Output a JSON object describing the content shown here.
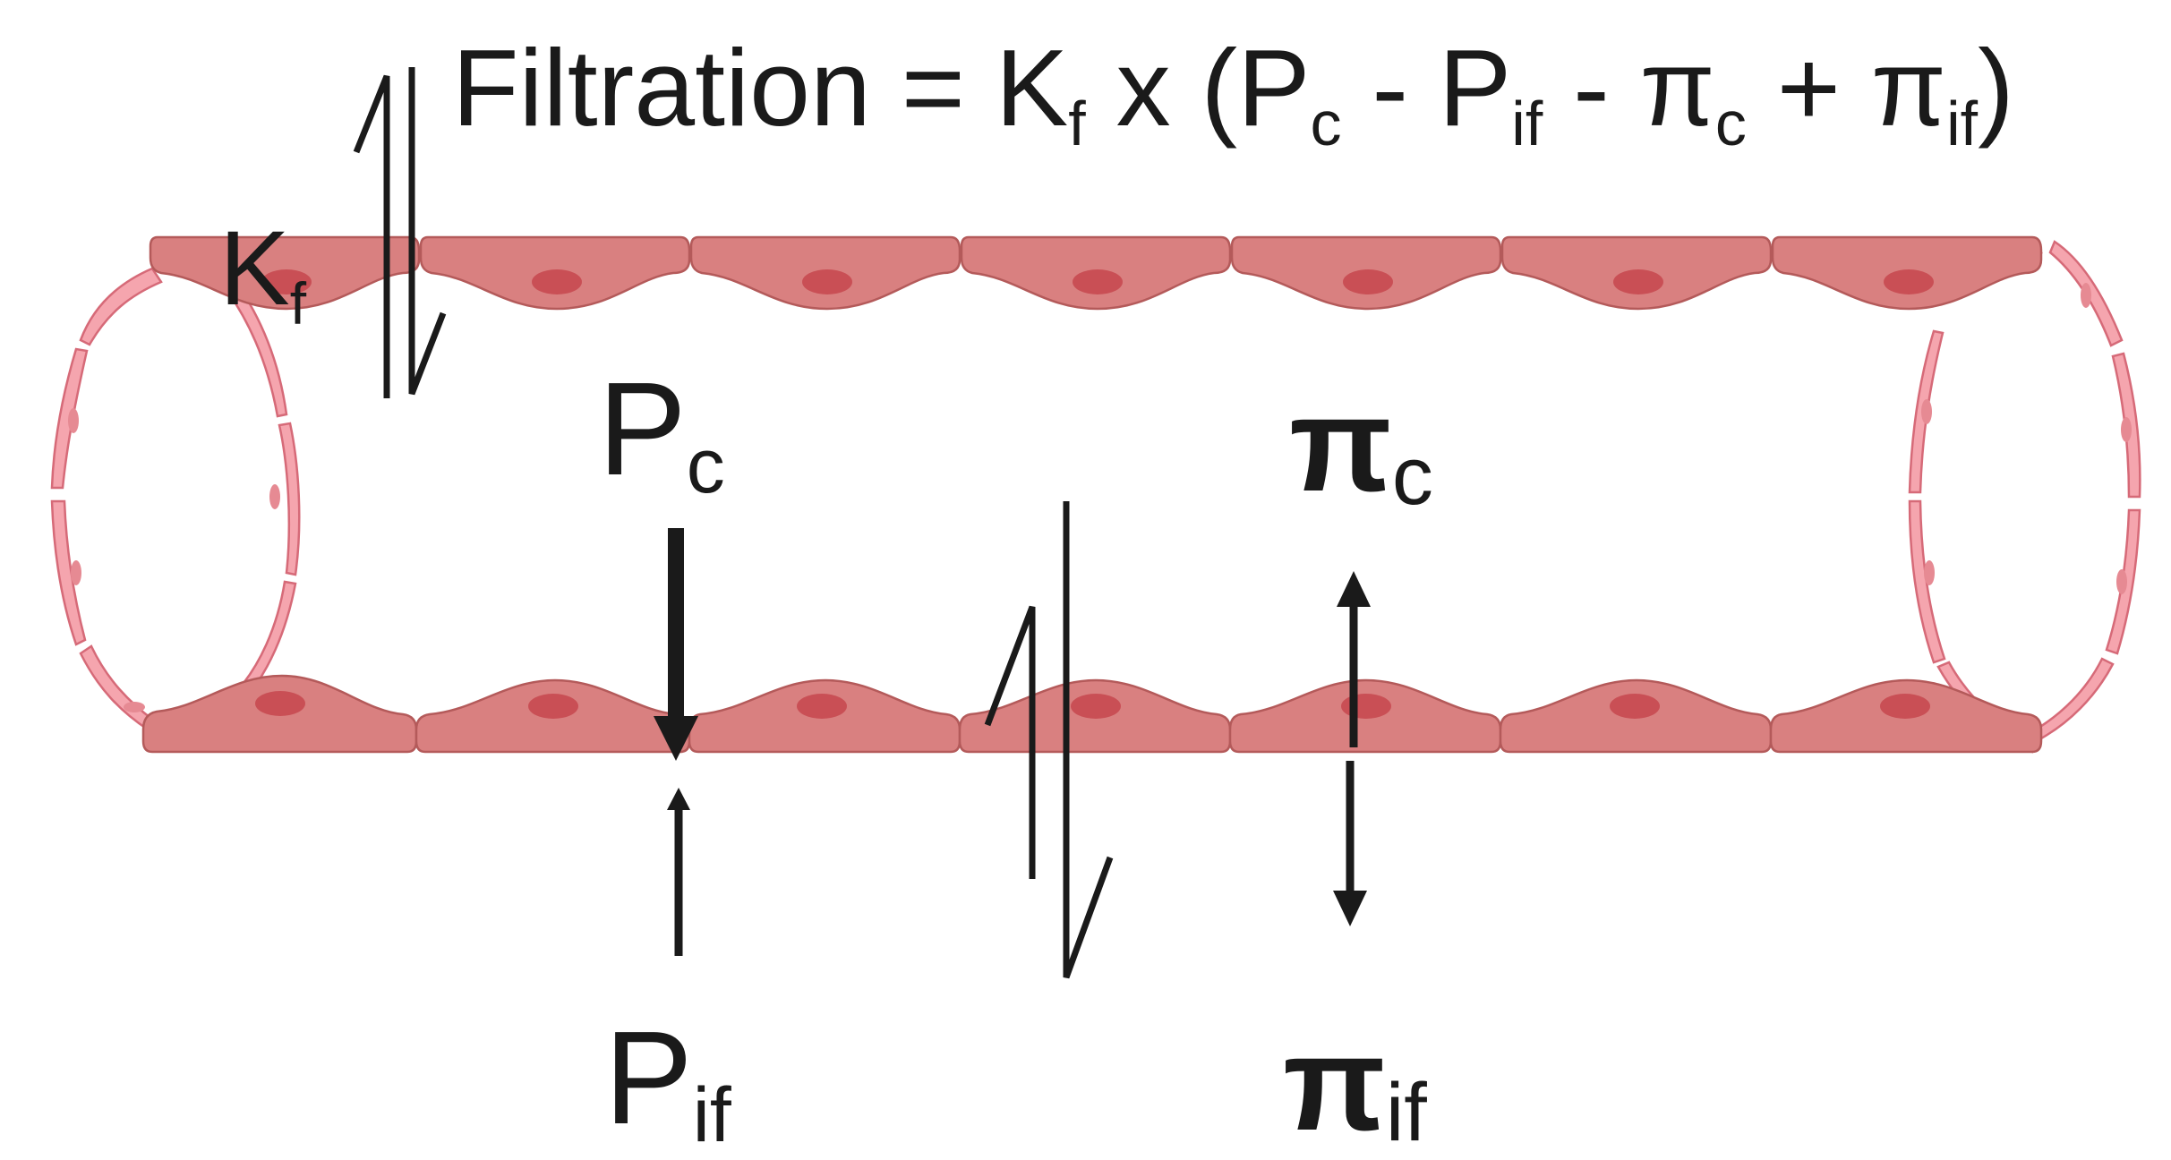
{
  "equation": {
    "prefix": "Filtration = K",
    "kf_sub": "f",
    "times": " x (P",
    "pc_sub": "c",
    "minus1": " - P",
    "pif_sub": "if",
    "minus2": " - π",
    "pic_sub": "c",
    "plus": " + π",
    "piif_sub": "if",
    "close": ")"
  },
  "labels": {
    "kf": {
      "main": "K",
      "sub": "f"
    },
    "pc": {
      "main": "P",
      "sub": "c"
    },
    "pif": {
      "main": "P",
      "sub": "if"
    },
    "pic": {
      "main": "π",
      "sub": "c"
    },
    "piif": {
      "main": "π",
      "sub": "if"
    }
  },
  "colors": {
    "endothelial_cell": "#d98080",
    "nucleus": "#c94f55",
    "ring_cell": "#f5a5ae",
    "ink": "#1a1a1a"
  }
}
